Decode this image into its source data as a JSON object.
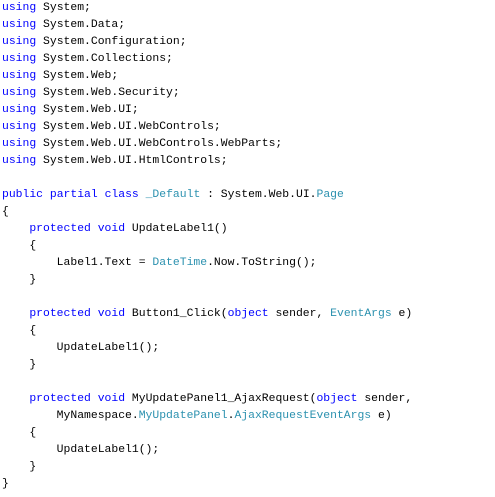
{
  "colors": {
    "keyword": "#0000ff",
    "type": "#2b91af",
    "text": "#000000",
    "background": "#ffffff"
  },
  "code_lines": [
    [
      {
        "t": "kw",
        "s": "using"
      },
      {
        "t": "tx",
        "s": " System;"
      }
    ],
    [
      {
        "t": "kw",
        "s": "using"
      },
      {
        "t": "tx",
        "s": " System.Data;"
      }
    ],
    [
      {
        "t": "kw",
        "s": "using"
      },
      {
        "t": "tx",
        "s": " System.Configuration;"
      }
    ],
    [
      {
        "t": "kw",
        "s": "using"
      },
      {
        "t": "tx",
        "s": " System.Collections;"
      }
    ],
    [
      {
        "t": "kw",
        "s": "using"
      },
      {
        "t": "tx",
        "s": " System.Web;"
      }
    ],
    [
      {
        "t": "kw",
        "s": "using"
      },
      {
        "t": "tx",
        "s": " System.Web.Security;"
      }
    ],
    [
      {
        "t": "kw",
        "s": "using"
      },
      {
        "t": "tx",
        "s": " System.Web.UI;"
      }
    ],
    [
      {
        "t": "kw",
        "s": "using"
      },
      {
        "t": "tx",
        "s": " System.Web.UI.WebControls;"
      }
    ],
    [
      {
        "t": "kw",
        "s": "using"
      },
      {
        "t": "tx",
        "s": " System.Web.UI.WebControls.WebParts;"
      }
    ],
    [
      {
        "t": "kw",
        "s": "using"
      },
      {
        "t": "tx",
        "s": " System.Web.UI.HtmlControls;"
      }
    ],
    [],
    [
      {
        "t": "kw",
        "s": "public"
      },
      {
        "t": "tx",
        "s": " "
      },
      {
        "t": "kw",
        "s": "partial"
      },
      {
        "t": "tx",
        "s": " "
      },
      {
        "t": "kw",
        "s": "class"
      },
      {
        "t": "tx",
        "s": " "
      },
      {
        "t": "ty",
        "s": "_Default"
      },
      {
        "t": "tx",
        "s": " : System.Web.UI."
      },
      {
        "t": "ty",
        "s": "Page"
      }
    ],
    [
      {
        "t": "tx",
        "s": "{"
      }
    ],
    [
      {
        "t": "tx",
        "s": "    "
      },
      {
        "t": "kw",
        "s": "protected"
      },
      {
        "t": "tx",
        "s": " "
      },
      {
        "t": "kw",
        "s": "void"
      },
      {
        "t": "tx",
        "s": " UpdateLabel1()"
      }
    ],
    [
      {
        "t": "tx",
        "s": "    {"
      }
    ],
    [
      {
        "t": "tx",
        "s": "        Label1.Text = "
      },
      {
        "t": "ty",
        "s": "DateTime"
      },
      {
        "t": "tx",
        "s": ".Now.ToString();"
      }
    ],
    [
      {
        "t": "tx",
        "s": "    }"
      }
    ],
    [],
    [
      {
        "t": "tx",
        "s": "    "
      },
      {
        "t": "kw",
        "s": "protected"
      },
      {
        "t": "tx",
        "s": " "
      },
      {
        "t": "kw",
        "s": "void"
      },
      {
        "t": "tx",
        "s": " Button1_Click("
      },
      {
        "t": "kw",
        "s": "object"
      },
      {
        "t": "tx",
        "s": " sender, "
      },
      {
        "t": "ty",
        "s": "EventArgs"
      },
      {
        "t": "tx",
        "s": " e)"
      }
    ],
    [
      {
        "t": "tx",
        "s": "    {"
      }
    ],
    [
      {
        "t": "tx",
        "s": "        UpdateLabel1();"
      }
    ],
    [
      {
        "t": "tx",
        "s": "    }"
      }
    ],
    [],
    [
      {
        "t": "tx",
        "s": "    "
      },
      {
        "t": "kw",
        "s": "protected"
      },
      {
        "t": "tx",
        "s": " "
      },
      {
        "t": "kw",
        "s": "void"
      },
      {
        "t": "tx",
        "s": " MyUpdatePanel1_AjaxRequest("
      },
      {
        "t": "kw",
        "s": "object"
      },
      {
        "t": "tx",
        "s": " sender,"
      }
    ],
    [
      {
        "t": "tx",
        "s": "        MyNamespace."
      },
      {
        "t": "ty",
        "s": "MyUpdatePanel"
      },
      {
        "t": "tx",
        "s": "."
      },
      {
        "t": "ty",
        "s": "AjaxRequestEventArgs"
      },
      {
        "t": "tx",
        "s": " e)"
      }
    ],
    [
      {
        "t": "tx",
        "s": "    {"
      }
    ],
    [
      {
        "t": "tx",
        "s": "        UpdateLabel1();"
      }
    ],
    [
      {
        "t": "tx",
        "s": "    }"
      }
    ],
    [
      {
        "t": "tx",
        "s": "}"
      }
    ]
  ]
}
